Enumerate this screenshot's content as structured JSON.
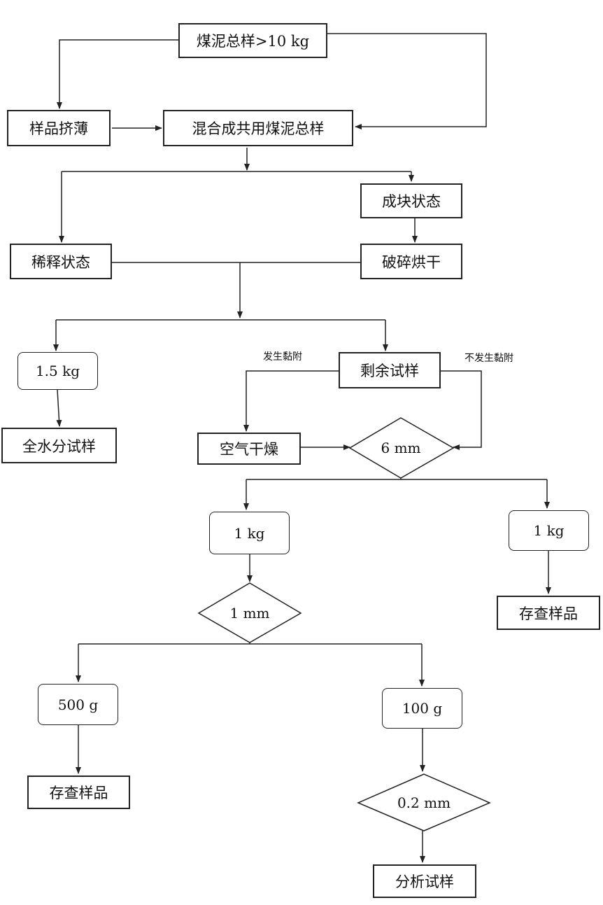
{
  "nodes": {
    "total_sample": "煤泥总样>10 kg",
    "squeeze": "样品挤薄",
    "mix": "混合成共用煤泥总样",
    "lump_state": "成块状态",
    "dilute_state": "稀释状态",
    "crush_dry": "破碎烘干",
    "w_1_5kg": "1.5 kg",
    "total_water": "全水分试样",
    "remaining": "剩余试样",
    "air_dry": "空气干燥",
    "sieve_6mm": "6 mm",
    "w_1kg_left": "1 kg",
    "w_1kg_right": "1 kg",
    "archive_right": "存查样品",
    "sieve_1mm": "1 mm",
    "w_500g": "500 g",
    "w_100g": "100 g",
    "archive_left": "存查样品",
    "sieve_0_2mm": "0.2 mm",
    "analysis": "分析试样"
  },
  "edge_labels": {
    "adhesion": "发生黏附",
    "no_adhesion": "不发生黏附"
  }
}
